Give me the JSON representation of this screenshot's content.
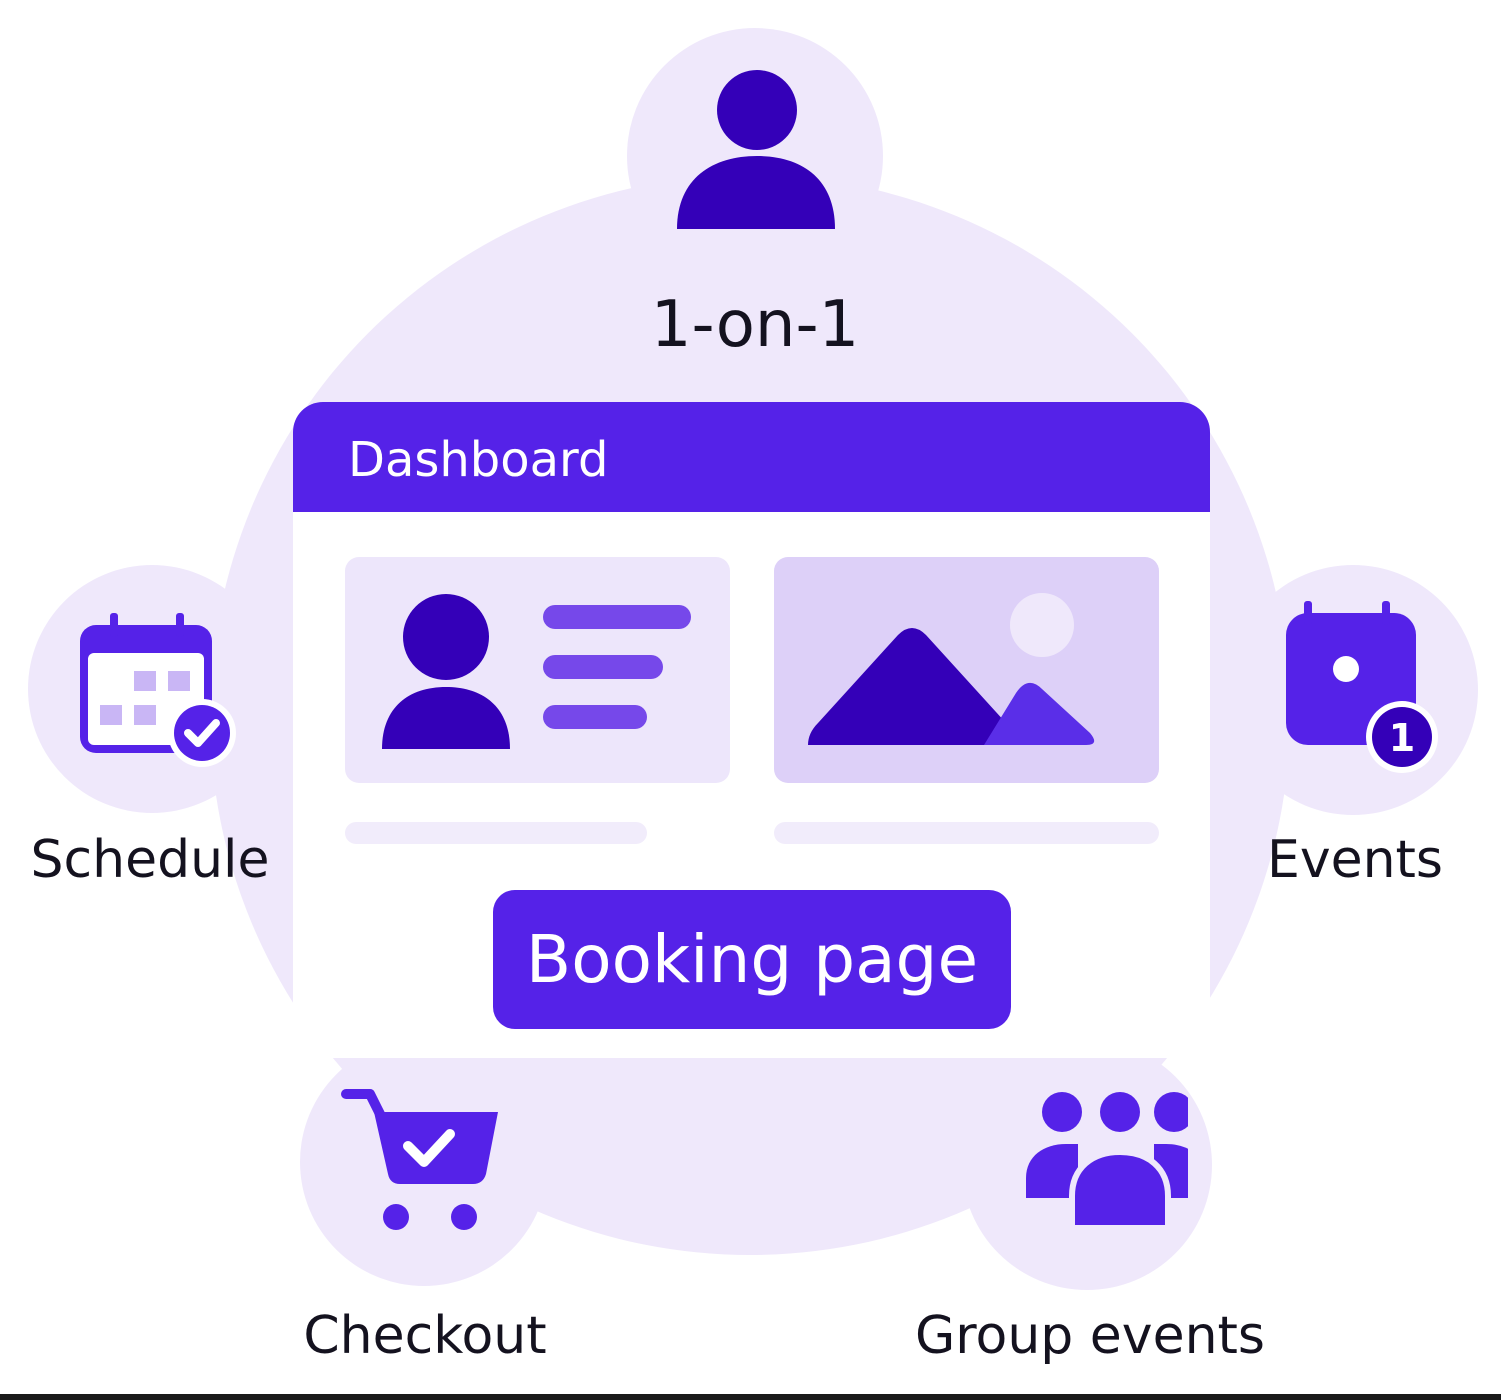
{
  "nodes": {
    "top": {
      "label": "1-on-1",
      "icon": "person-icon"
    },
    "left": {
      "label": "Schedule",
      "icon": "calendar-check-icon"
    },
    "right": {
      "label": "Events",
      "icon": "calendar-badge-icon",
      "badge": "1"
    },
    "bottom_left": {
      "label": "Checkout",
      "icon": "cart-check-icon"
    },
    "bottom_right": {
      "label": "Group events",
      "icon": "group-icon"
    }
  },
  "dashboard": {
    "title": "Dashboard",
    "booking_button": "Booking page",
    "cards": [
      {
        "icon": "profile-icon"
      },
      {
        "icon": "image-icon"
      }
    ]
  },
  "colors": {
    "primary": "#5522e8",
    "dark": "#3400b8",
    "circle_bg": "#efe8fb",
    "text": "#14121f"
  }
}
